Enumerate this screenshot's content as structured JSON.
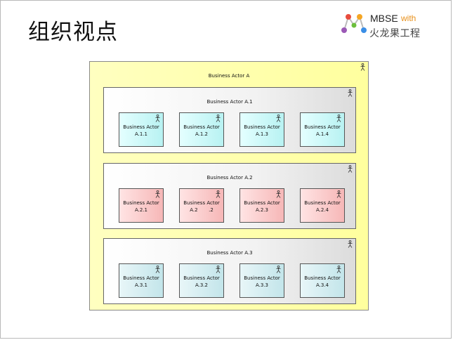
{
  "slide": {
    "title": "组织视点"
  },
  "logo": {
    "brand": "MBSE",
    "with": "with",
    "company": "火龙果工程",
    "colors": [
      "#e84c3d",
      "#f5a623",
      "#6cbf3c",
      "#3a8ee6",
      "#9b59b6"
    ]
  },
  "diagram": {
    "outer": {
      "label": "Business Actor A",
      "icon": "actor-icon"
    },
    "groups": [
      {
        "label": "Business Actor A.1",
        "color": "#b8f2f2",
        "items": [
          {
            "line1": "Business Actor",
            "line2": "A.1.1"
          },
          {
            "line1": "Business Actor",
            "line2": "A.1.2"
          },
          {
            "line1": "Business Actor",
            "line2": "A.1.3"
          },
          {
            "line1": "Business Actor",
            "line2": "A.1.4"
          }
        ]
      },
      {
        "label": "Business Actor A.2",
        "color": "#f6b7b7",
        "items": [
          {
            "line1": "Business Actor",
            "line2": "A.2.1"
          },
          {
            "line1": "Business Actor",
            "line2": "A.2       .2"
          },
          {
            "line1": "Business Actor",
            "line2": "A.2.3"
          },
          {
            "line1": "Business Actor",
            "line2": "A.2.4"
          }
        ]
      },
      {
        "label": "Business Actor A.3",
        "color": "#c3e5ea",
        "items": [
          {
            "line1": "Business Actor",
            "line2": "A.3.1"
          },
          {
            "line1": "Business Actor",
            "line2": "A.3.2"
          },
          {
            "line1": "Business Actor",
            "line2": "A.3.3"
          },
          {
            "line1": "Business Actor",
            "line2": "A.3.4"
          }
        ]
      }
    ]
  }
}
